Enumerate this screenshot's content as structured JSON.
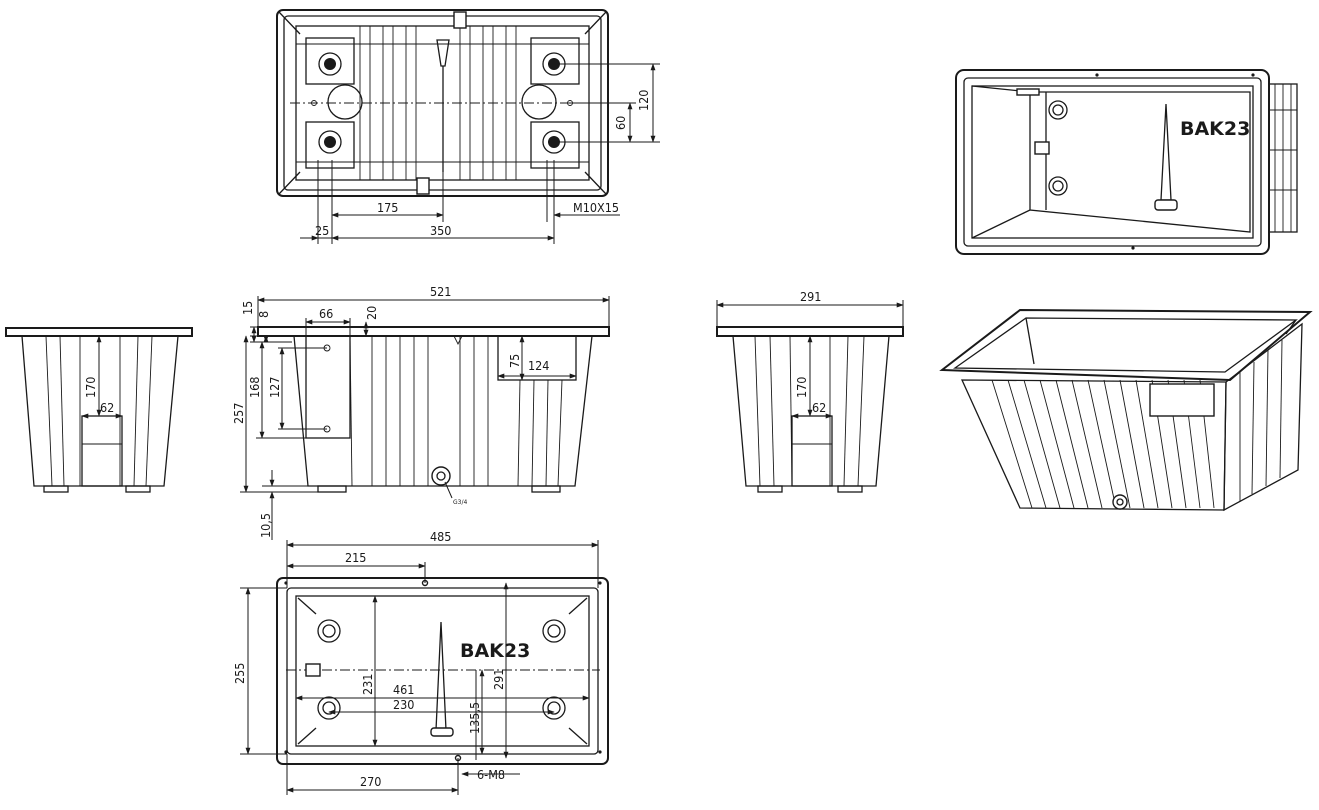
{
  "brand": {
    "marking_bottom": "BAK23",
    "marking_iso": "BAK23"
  },
  "top_view": {
    "dim_175": "175",
    "dim_350": "350",
    "dim_25": "25",
    "dim_120": "120",
    "dim_60": "60",
    "thread": "M10X15"
  },
  "front_view": {
    "dim_521": "521",
    "dim_66": "66",
    "dim_20": "20",
    "dim_15": "15",
    "dim_8": "8",
    "dim_257": "257",
    "dim_168": "168",
    "dim_127": "127",
    "dim_75": "75",
    "dim_124": "124",
    "dim_10_5": "10,5",
    "drain_note": "G3/4"
  },
  "left_view": {
    "dim_170": "170",
    "dim_62": "62"
  },
  "right_view": {
    "dim_291": "291",
    "dim_170": "170",
    "dim_62": "62"
  },
  "bottom_view": {
    "dim_485": "485",
    "dim_215": "215",
    "dim_255": "255",
    "dim_231": "231",
    "dim_291": "291",
    "dim_461": "461",
    "dim_230": "230",
    "dim_135_5": "135,5",
    "dim_270": "270",
    "holes": "6-M8"
  }
}
